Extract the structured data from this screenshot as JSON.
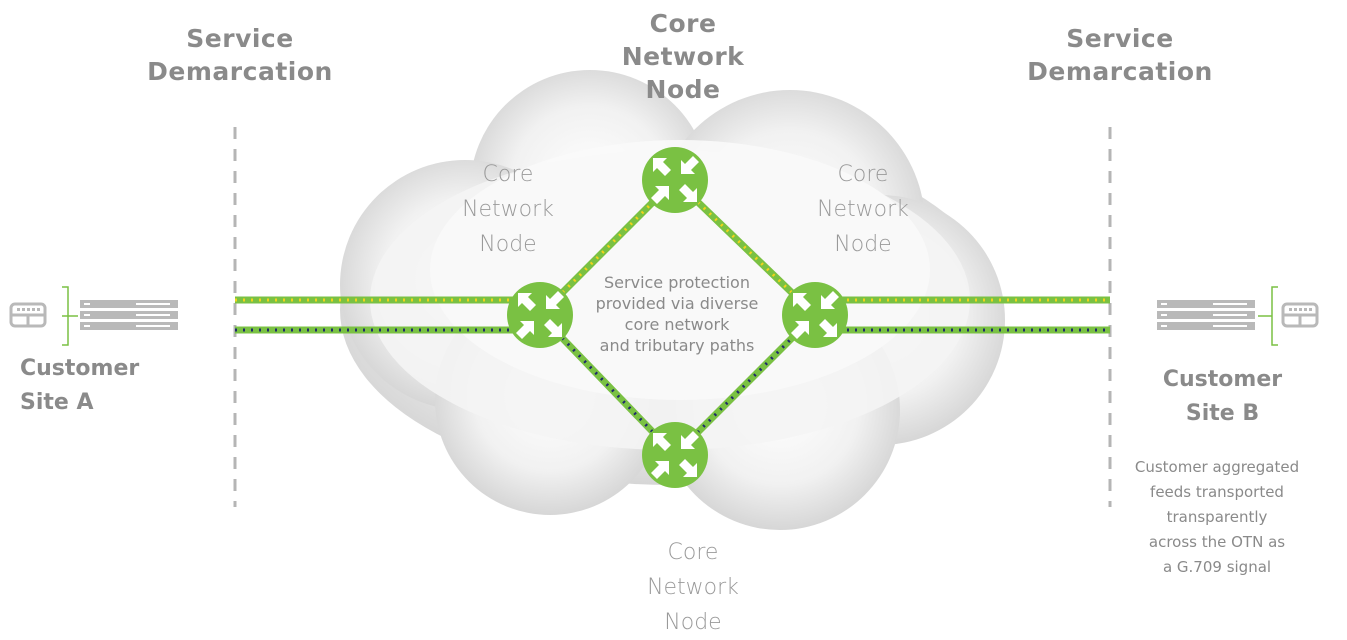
{
  "labels": {
    "demarc_left": "Service\nDemarcation",
    "demarc_right": "Service\nDemarcation",
    "core_top": "Core\nNetwork\nNode",
    "core_left": "Core\nNetwork\nNode",
    "core_right": "Core\nNetwork\nNode",
    "core_bottom": "Core\nNetwork\nNode",
    "site_a": "Customer\nSite A",
    "site_b": "Customer\nSite B",
    "protection": "Service protection\nprovided via diverse\ncore network\nand tributary paths",
    "transport_note": "Customer aggregated\nfeeds transported\ntransparently\nacross the OTN as\na G.709 signal"
  },
  "colors": {
    "node_green": "#7ac143",
    "path_yellow": "#f2d31b",
    "path_navy": "#1f2a6b",
    "demarc_gray": "#b5b5b5",
    "cloud": "#e9e9e9",
    "text": "#8a8a8a"
  },
  "icons": {
    "node": "router-node-icon",
    "ont": "ont-icon",
    "server_rack": "server-rack-icon"
  }
}
